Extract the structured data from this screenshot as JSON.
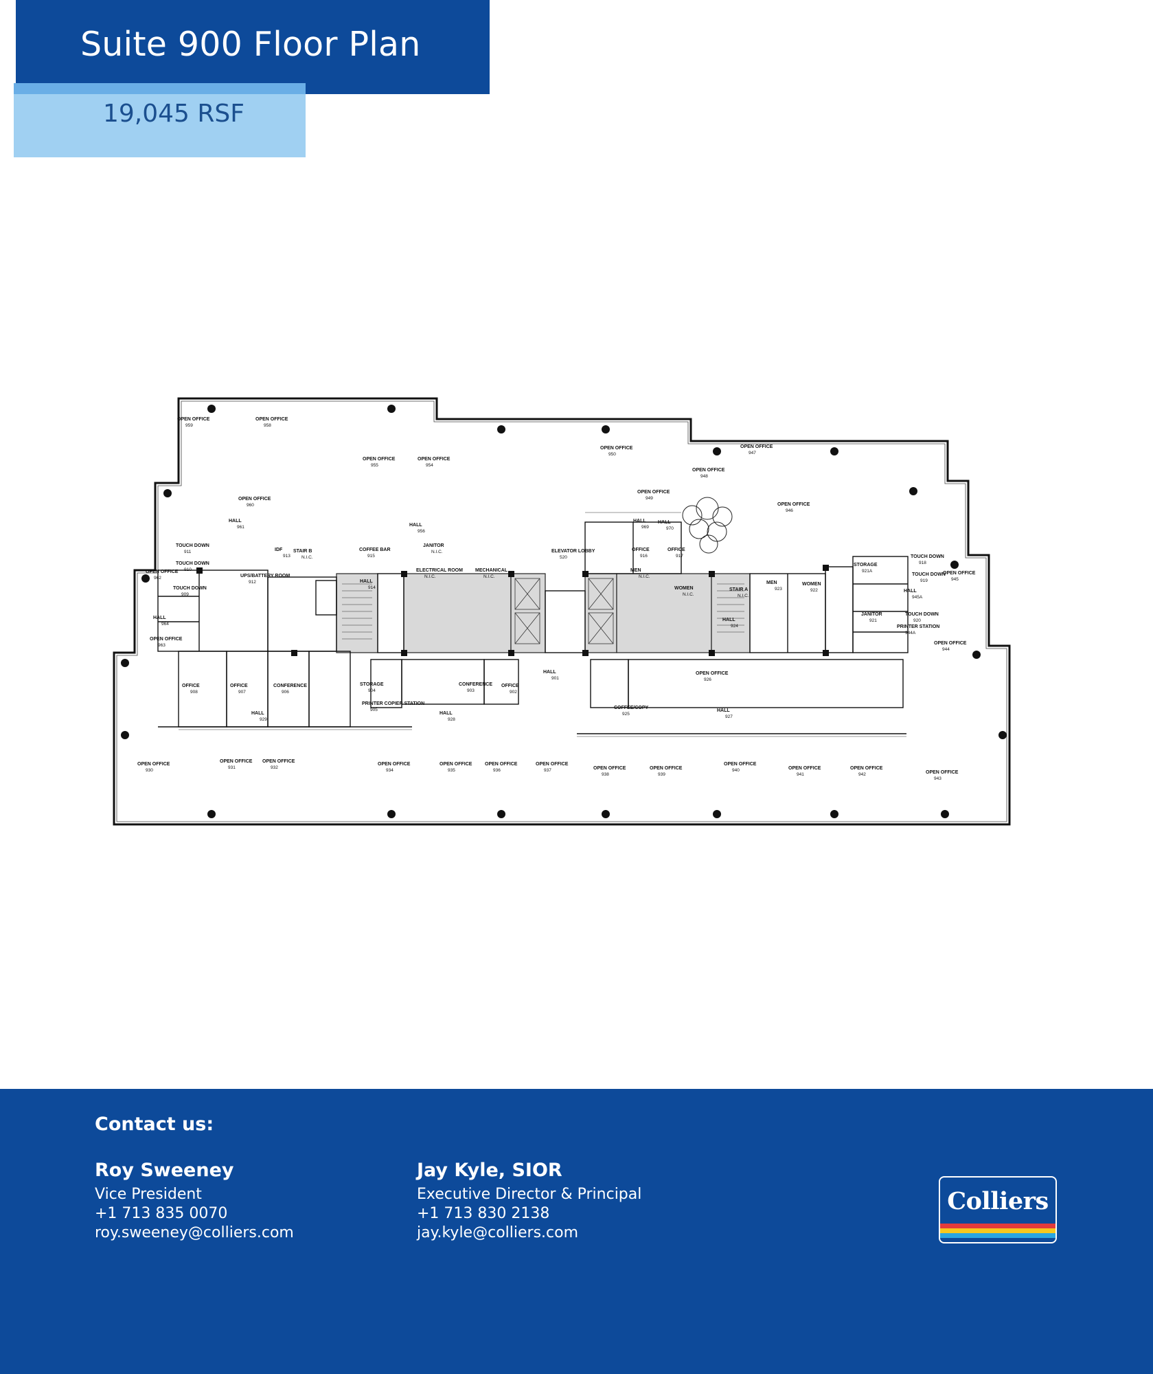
{
  "header": {
    "title": "Suite 900 Floor Plan",
    "rsf": "19,045 RSF"
  },
  "floor_plan": {
    "rooms": [
      {
        "label": "OPEN OFFICE",
        "num": "959"
      },
      {
        "label": "OPEN OFFICE",
        "num": "958"
      },
      {
        "label": "OPEN OFFICE",
        "num": "955"
      },
      {
        "label": "OPEN OFFICE",
        "num": "954"
      },
      {
        "label": "OPEN OFFICE",
        "num": "950"
      },
      {
        "label": "OPEN OFFICE",
        "num": "947"
      },
      {
        "label": "OPEN OFFICE",
        "num": "948"
      },
      {
        "label": "OPEN OFFICE",
        "num": "949"
      },
      {
        "label": "OPEN OFFICE",
        "num": "946"
      },
      {
        "label": "OPEN OFFICE",
        "num": "960"
      },
      {
        "label": "HALL",
        "num": "961"
      },
      {
        "label": "HALL",
        "num": "956"
      },
      {
        "label": "HALL",
        "num": "969"
      },
      {
        "label": "HALL",
        "num": "970"
      },
      {
        "label": "TOUCH DOWN",
        "num": "911"
      },
      {
        "label": "TOUCH DOWN",
        "num": "910"
      },
      {
        "label": "TOUCH DOWN",
        "num": "909"
      },
      {
        "label": "OPEN OFFICE",
        "num": "962"
      },
      {
        "label": "IDF",
        "num": "913"
      },
      {
        "label": "STAIR B",
        "num": "N.I.C."
      },
      {
        "label": "UPS/BATTERY ROOM",
        "num": "912"
      },
      {
        "label": "COFFEE BAR",
        "num": "915"
      },
      {
        "label": "HALL",
        "num": "914"
      },
      {
        "label": "JANITOR",
        "num": "N.I.C."
      },
      {
        "label": "ELECTRICAL ROOM",
        "num": "N.I.C."
      },
      {
        "label": "MECHANICAL",
        "num": "N.I.C."
      },
      {
        "label": "ELEVATOR LOBBY",
        "num": "520"
      },
      {
        "label": "MEN",
        "num": "N.I.C."
      },
      {
        "label": "WOMEN",
        "num": "N.I.C."
      },
      {
        "label": "STAIR A",
        "num": "N.I.C."
      },
      {
        "label": "OFFICE",
        "num": "916"
      },
      {
        "label": "OFFICE",
        "num": "917"
      },
      {
        "label": "MEN",
        "num": "923"
      },
      {
        "label": "WOMEN",
        "num": "922"
      },
      {
        "label": "STORAGE",
        "num": "921A"
      },
      {
        "label": "JANITOR",
        "num": "921"
      },
      {
        "label": "TOUCH DOWN",
        "num": "918"
      },
      {
        "label": "TOUCH DOWN",
        "num": "919"
      },
      {
        "label": "HALL",
        "num": "945A"
      },
      {
        "label": "OPEN OFFICE",
        "num": "945"
      },
      {
        "label": "TOUCH DOWN",
        "num": "920"
      },
      {
        "label": "PRINTER STATION",
        "num": "944A"
      },
      {
        "label": "OPEN OFFICE",
        "num": "944"
      },
      {
        "label": "HALL",
        "num": "964"
      },
      {
        "label": "OPEN OFFICE",
        "num": "963"
      },
      {
        "label": "OFFICE",
        "num": "908"
      },
      {
        "label": "OFFICE",
        "num": "907"
      },
      {
        "label": "CONFERENCE",
        "num": "906"
      },
      {
        "label": "HALL",
        "num": "929"
      },
      {
        "label": "STORAGE",
        "num": "904"
      },
      {
        "label": "PRINTER COPIER STATION",
        "num": "905"
      },
      {
        "label": "CONFERENCE",
        "num": "903"
      },
      {
        "label": "OFFICE",
        "num": "902"
      },
      {
        "label": "HALL",
        "num": "928"
      },
      {
        "label": "HALL",
        "num": "901"
      },
      {
        "label": "COFFEE/COPY",
        "num": "925"
      },
      {
        "label": "OPEN OFFICE",
        "num": "926"
      },
      {
        "label": "HALL",
        "num": "927"
      },
      {
        "label": "HALL",
        "num": "924"
      },
      {
        "label": "OPEN OFFICE",
        "num": "930"
      },
      {
        "label": "OPEN OFFICE",
        "num": "931"
      },
      {
        "label": "OPEN OFFICE",
        "num": "932"
      },
      {
        "label": "OPEN OFFICE",
        "num": "934"
      },
      {
        "label": "OPEN OFFICE",
        "num": "935"
      },
      {
        "label": "OPEN OFFICE",
        "num": "936"
      },
      {
        "label": "OPEN OFFICE",
        "num": "937"
      },
      {
        "label": "OPEN OFFICE",
        "num": "938"
      },
      {
        "label": "OPEN OFFICE",
        "num": "939"
      },
      {
        "label": "OPEN OFFICE",
        "num": "940"
      },
      {
        "label": "OPEN OFFICE",
        "num": "941"
      },
      {
        "label": "OPEN OFFICE",
        "num": "942"
      },
      {
        "label": "OPEN OFFICE",
        "num": "943"
      }
    ]
  },
  "footer": {
    "contact_heading": "Contact us:",
    "contacts": [
      {
        "name": "Roy Sweeney",
        "title": "Vice President",
        "phone": "+1 713 835 0070",
        "email": "roy.sweeney@colliers.com"
      },
      {
        "name": "Jay Kyle, SIOR",
        "title": "Executive Director & Principal",
        "phone": "+1 713 830 2138",
        "email": "jay.kyle@colliers.com"
      }
    ],
    "logo_text": "Colliers",
    "logo_stripes": [
      "#e23b3b",
      "#f6c81e",
      "#2aa6e0"
    ]
  },
  "colors": {
    "primary": "#0d4a9a",
    "light_blue": "#a0d0f2"
  }
}
